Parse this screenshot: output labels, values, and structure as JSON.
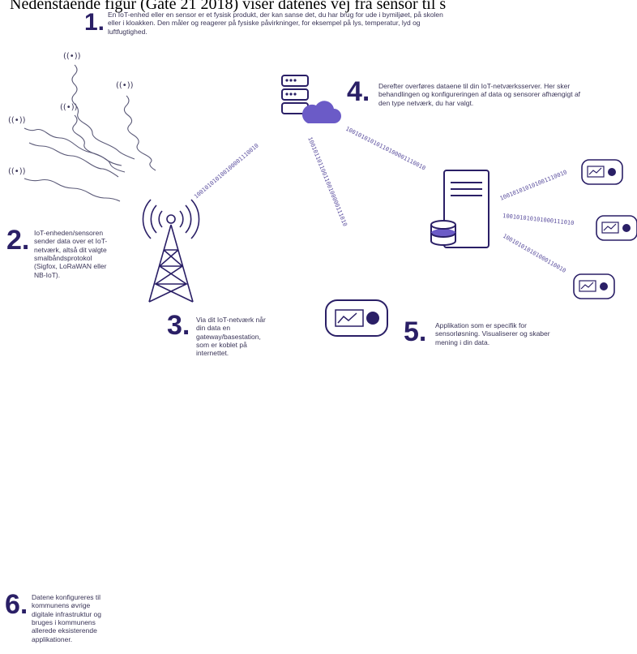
{
  "intro_text": "Nedenstående figur (Gate 21 2018) viser datenes vej fra sensor til s",
  "steps": [
    {
      "num": "1.",
      "text": "En IoT-enhed eller en sensor er et fysisk produkt, der kan sanse det, du har brug for ude i bymiljøet, på skolen eller i kloakken. Den måler og reagerer på fysiske påvirkninger, for eksempel på lys, temperatur, lyd og luftfugtighed."
    },
    {
      "num": "2.",
      "text": "IoT-enheden/sensoren sender data over et IoT-netværk, altså dit valgte smalbåndsprotokol (Sigfox, LoRaWAN eller NB-IoT)."
    },
    {
      "num": "3.",
      "text": "Via dit IoT-netværk når din data en gateway/basestation, som er koblet på internettet."
    },
    {
      "num": "4.",
      "text": "Derefter overføres dataene til din IoT-netværksserver. Her sker behandlingen og konfigureringen af data og sensorer afhængigt af den type netværk, du har valgt."
    },
    {
      "num": "5.",
      "text": "Applikation som er specifik for sensorløsning. Visualiserer og skaber mening i din data."
    },
    {
      "num": "6.",
      "text": "Datene konfigureres til kommunens øvrige digitale infrastruktur og bruges i kommunens allerede eksisterende applikationer."
    }
  ],
  "binary": {
    "tower_to_cloud": "100101010100100001110010",
    "cloud_to_gateway": "1001011011001100100000111010",
    "cloud_to_server": "10010101010110100001110010",
    "server_to_app1": "100101010101001110010",
    "server_to_app2": "100101010101000111010",
    "server_to_app3": "100101010101000110010"
  },
  "colors": {
    "accent": "#2a1f66",
    "purple": "#5b4f9e",
    "text": "#3a3558"
  }
}
